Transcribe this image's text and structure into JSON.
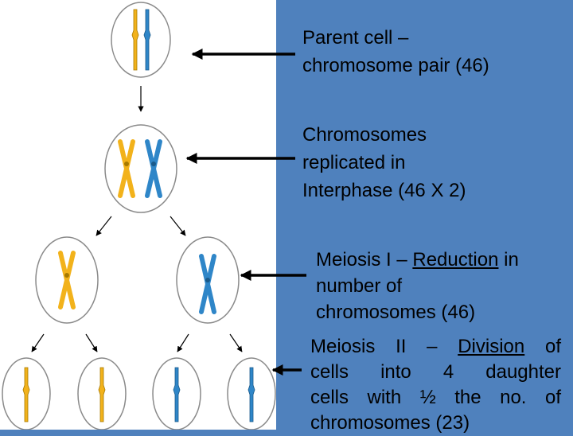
{
  "colors": {
    "background_panel": "#4f81bd",
    "left_panel": "#ffffff",
    "chromosome_yellow": "#f2b21b",
    "chromosome_blue": "#2f86c8",
    "cell_outline": "#8a8a8a",
    "arrow": "#000000"
  },
  "labels": {
    "parent": {
      "line1": "Parent cell –",
      "line2": "chromosome pair (46)"
    },
    "replicated": {
      "line1": "Chromosomes",
      "line2": "replicated in",
      "line3": "Interphase (46 X 2)"
    },
    "meiosis1": {
      "line1_prefix": "Meiosis I – ",
      "line1_emph": "Reduction",
      "line1_suffix": " in",
      "line2": "number of",
      "line3": "chromosomes (46)"
    },
    "meiosis2": {
      "line1_prefix": "Meiosis II – ",
      "line1_emph": "Division",
      "line1_suffix": " of",
      "line2": "cells into 4 daughter",
      "line3": "cells with ½ the no. of",
      "line4": "chromosomes (23)"
    }
  }
}
